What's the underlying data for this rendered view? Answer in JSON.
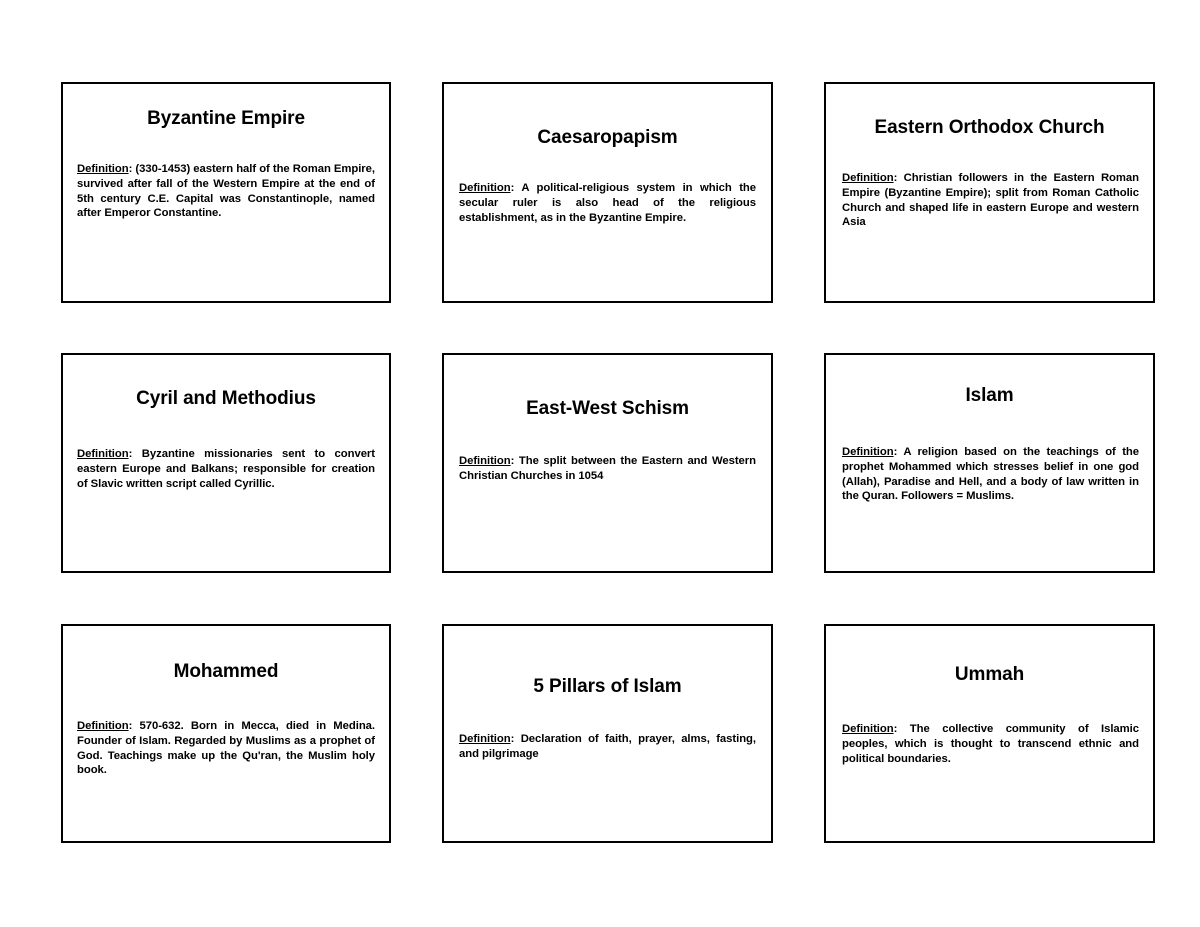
{
  "page": {
    "background_color": "#ffffff",
    "border_color": "#000000",
    "text_color": "#000000",
    "layout": "3-column by 3-row flashcard grid"
  },
  "cards": [
    {
      "title": "Byzantine Empire",
      "definition_label": "Definition",
      "definition_separator": ": ",
      "definition_text": "(330-1453) eastern half of the Roman Empire, survived after fall of the Western Empire at the end of 5th century C.E. Capital was Constantinople, named after Emperor Constantine."
    },
    {
      "title": "Caesaropapism",
      "definition_label": "Definition",
      "definition_separator": ": ",
      "definition_text": "A political-religious system in which the secular ruler is also head of the religious establishment, as in the Byzantine Empire."
    },
    {
      "title": "Eastern Orthodox Church",
      "definition_label": "Definition",
      "definition_separator": ": ",
      "definition_text": "Christian followers in the Eastern Roman Empire (Byzantine Empire); split from Roman Catholic Church and shaped life in eastern Europe and western Asia"
    },
    {
      "title": "Cyril and Methodius",
      "definition_label": "Definition",
      "definition_separator": ": ",
      "definition_text": "Byzantine missionaries sent to convert eastern Europe and Balkans; responsible for creation of Slavic written script called Cyrillic."
    },
    {
      "title": "East-West Schism",
      "definition_label": "Definition",
      "definition_separator": ": ",
      "definition_text": "The split between the Eastern and Western Christian Churches in 1054"
    },
    {
      "title": "Islam",
      "definition_label": "Definition",
      "definition_separator": ": ",
      "definition_text": "A religion based on the teachings of the prophet Mohammed which stresses belief in one god (Allah), Paradise and Hell, and a body of law written in the Quran. Followers = Muslims."
    },
    {
      "title": "Mohammed",
      "definition_label": "Definition",
      "definition_separator": ": ",
      "definition_text": "570-632. Born in Mecca, died in Medina. Founder of Islam. Regarded by Muslims as a prophet of God. Teachings make up the Qu'ran, the Muslim holy book."
    },
    {
      "title": "5 Pillars of Islam",
      "definition_label": "Definition",
      "definition_separator": ": ",
      "definition_text": "Declaration of faith, prayer, alms, fasting, and pilgrimage"
    },
    {
      "title": "Ummah",
      "definition_label": "Definition",
      "definition_separator": ": ",
      "definition_text": "The collective community of Islamic peoples, which is thought to transcend ethnic and political boundaries."
    }
  ]
}
